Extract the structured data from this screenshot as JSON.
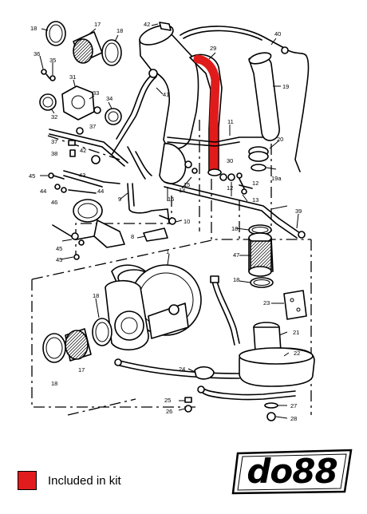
{
  "diagram": {
    "callouts": [
      {
        "id": "c18a",
        "text": "18"
      },
      {
        "id": "c17a",
        "text": "17"
      },
      {
        "id": "c18b",
        "text": "18"
      },
      {
        "id": "c42",
        "text": "42"
      },
      {
        "id": "c40",
        "text": "40"
      },
      {
        "id": "c29",
        "text": "29"
      },
      {
        "id": "c36",
        "text": "36"
      },
      {
        "id": "c35",
        "text": "35"
      },
      {
        "id": "c31",
        "text": "31"
      },
      {
        "id": "c19",
        "text": "19"
      },
      {
        "id": "c33",
        "text": "33"
      },
      {
        "id": "c34",
        "text": "34"
      },
      {
        "id": "c41",
        "text": "41"
      },
      {
        "id": "c32",
        "text": "32"
      },
      {
        "id": "c37a",
        "text": "37"
      },
      {
        "id": "c11",
        "text": "11"
      },
      {
        "id": "c42b",
        "text": "42"
      },
      {
        "id": "c20",
        "text": "20"
      },
      {
        "id": "c37b",
        "text": "37"
      },
      {
        "id": "c38",
        "text": "38"
      },
      {
        "id": "c14",
        "text": "14"
      },
      {
        "id": "c30",
        "text": "30"
      },
      {
        "id": "c45a",
        "text": "45"
      },
      {
        "id": "c43",
        "text": "43"
      },
      {
        "id": "c19a",
        "text": "19a"
      },
      {
        "id": "c44a",
        "text": "44"
      },
      {
        "id": "c44b",
        "text": "44"
      },
      {
        "id": "c15",
        "text": "15"
      },
      {
        "id": "c12a",
        "text": "12"
      },
      {
        "id": "c12b",
        "text": "12"
      },
      {
        "id": "c16",
        "text": "16"
      },
      {
        "id": "c13",
        "text": "13"
      },
      {
        "id": "c9",
        "text": "9"
      },
      {
        "id": "c46",
        "text": "46"
      },
      {
        "id": "c39",
        "text": "39"
      },
      {
        "id": "c10",
        "text": "10"
      },
      {
        "id": "c18c",
        "text": "18"
      },
      {
        "id": "c8",
        "text": "8"
      },
      {
        "id": "c45b",
        "text": "45"
      },
      {
        "id": "c47",
        "text": "47"
      },
      {
        "id": "c45c",
        "text": "45"
      },
      {
        "id": "c1",
        "text": "1"
      },
      {
        "id": "c18d",
        "text": "18"
      },
      {
        "id": "c23",
        "text": "23"
      },
      {
        "id": "c18e",
        "text": "18"
      },
      {
        "id": "c21",
        "text": "21"
      },
      {
        "id": "c22",
        "text": "22"
      },
      {
        "id": "c17b",
        "text": "17"
      },
      {
        "id": "c24",
        "text": "24"
      },
      {
        "id": "c18f",
        "text": "18"
      },
      {
        "id": "c25",
        "text": "25"
      },
      {
        "id": "c26",
        "text": "26"
      },
      {
        "id": "c27",
        "text": "27"
      },
      {
        "id": "c28",
        "text": "28"
      }
    ]
  },
  "legend": {
    "label": "Included in kit",
    "swatch_color": "#e21c1c"
  },
  "brand": {
    "logo_text": "do88"
  },
  "colors": {
    "highlight": "#e01b1b",
    "line": "#000000"
  }
}
